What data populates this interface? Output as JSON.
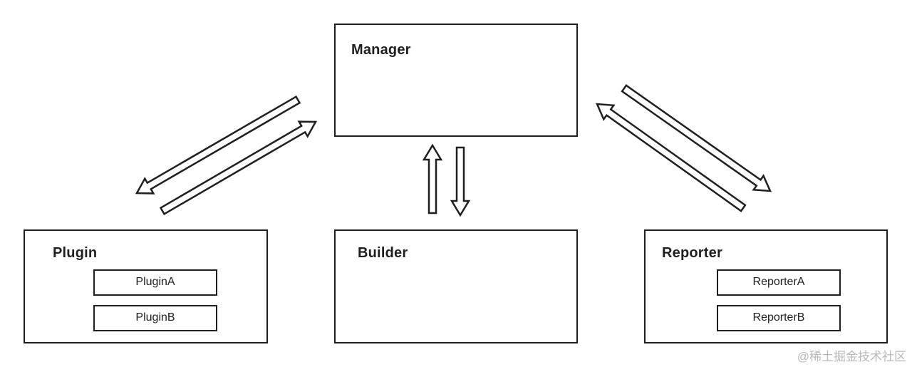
{
  "manager": {
    "title": "Manager"
  },
  "plugin": {
    "title": "Plugin",
    "items": [
      "PluginA",
      "PluginB"
    ]
  },
  "builder": {
    "title": "Builder"
  },
  "reporter": {
    "title": "Reporter",
    "items": [
      "ReporterA",
      "ReporterB"
    ]
  },
  "watermark": "@稀土掘金技术社区",
  "colors": {
    "stroke": "#1f1f1f",
    "background": "#ffffff",
    "watermark": "#b8b8b8"
  }
}
